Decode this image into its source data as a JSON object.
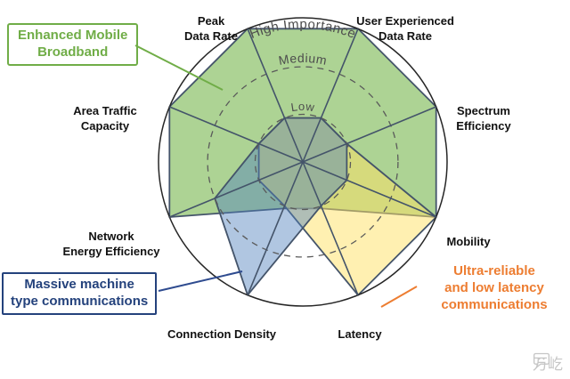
{
  "chart_data": {
    "type": "radar",
    "categories": [
      "Peak Data Rate",
      "User Experienced Data Rate",
      "Spectrum Efficiency",
      "Mobility",
      "Latency",
      "Connection Density",
      "Network Energy Efficiency",
      "Area Traffic Capacity"
    ],
    "ring_labels": [
      "High Importance",
      "Medium",
      "Low"
    ],
    "ring_radii": [
      1,
      0.66,
      0.33
    ],
    "value_scale": {
      "Low": 0.33,
      "Medium": 0.66,
      "High": 1
    },
    "series": [
      {
        "name": "Enhanced Mobile Broadband",
        "levels": [
          "High",
          "High",
          "High",
          "High",
          "Low",
          "Low",
          "High",
          "High"
        ],
        "values": [
          1,
          1,
          1,
          1,
          0.35,
          0.35,
          1,
          1
        ],
        "fill": "#a9d18e",
        "stroke": "#44546a"
      },
      {
        "name": "Ultra-reliable and low latency communications",
        "levels": [
          "Low",
          "Low",
          "Low",
          "High",
          "High",
          "Low",
          "Low",
          "Low"
        ],
        "values": [
          0.33,
          0.33,
          0.33,
          1,
          1,
          0.33,
          0.33,
          0.33
        ],
        "fill": "#ffe164",
        "stroke": "#44546a"
      },
      {
        "name": "Massive machine type communications",
        "levels": [
          "Low",
          "Low",
          "Low",
          "Low",
          "Low",
          "High",
          "Medium",
          "Low"
        ],
        "values": [
          0.33,
          0.33,
          0.33,
          0.33,
          0.33,
          1,
          0.66,
          0.33
        ],
        "fill": "#4f81bd",
        "stroke": "#44546a"
      }
    ]
  },
  "axis_labels": [
    "Peak\nData Rate",
    "User Experienced\nData Rate",
    "Spectrum\nEfficiency",
    "Mobility",
    "Latency",
    "Connection Density",
    "Network\nEnergy Efficiency",
    "Area Traffic\nCapacity"
  ],
  "callouts": {
    "embb": {
      "text": "Enhanced Mobile\nBroadband",
      "color": "#70ad47"
    },
    "mmtc": {
      "text": "Massive machine\ntype communications",
      "color": "#24427c"
    },
    "urllc": {
      "text": "Ultra-reliable\nand low latency\ncommunications",
      "color": "#ed7d31"
    }
  },
  "watermark": {
    "text": "万屹"
  }
}
